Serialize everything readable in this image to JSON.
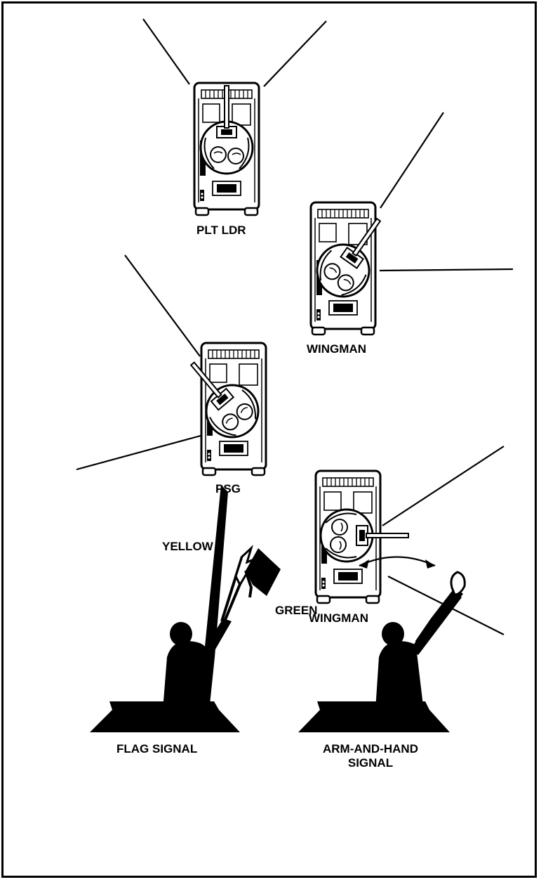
{
  "labels": {
    "plt_ldr": "PLT LDR",
    "wingman_1": "WINGMAN",
    "psg": "PSG",
    "wingman_2": "WINGMAN",
    "yellow": "YELLOW",
    "green": "GREEN",
    "flag_signal": "FLAG SIGNAL",
    "arm_hand_line1": "ARM-AND-HAND",
    "arm_hand_line2": "SIGNAL"
  },
  "tanks": [
    {
      "id": "plt-ldr-tank",
      "turret_rotation_deg": 0
    },
    {
      "id": "wingman-1-tank",
      "turret_rotation_deg": 35
    },
    {
      "id": "psg-tank",
      "turret_rotation_deg": -40
    },
    {
      "id": "wingman-2-tank",
      "turret_rotation_deg": 90
    }
  ],
  "colors": {
    "ink": "#000000",
    "paper": "#ffffff"
  }
}
